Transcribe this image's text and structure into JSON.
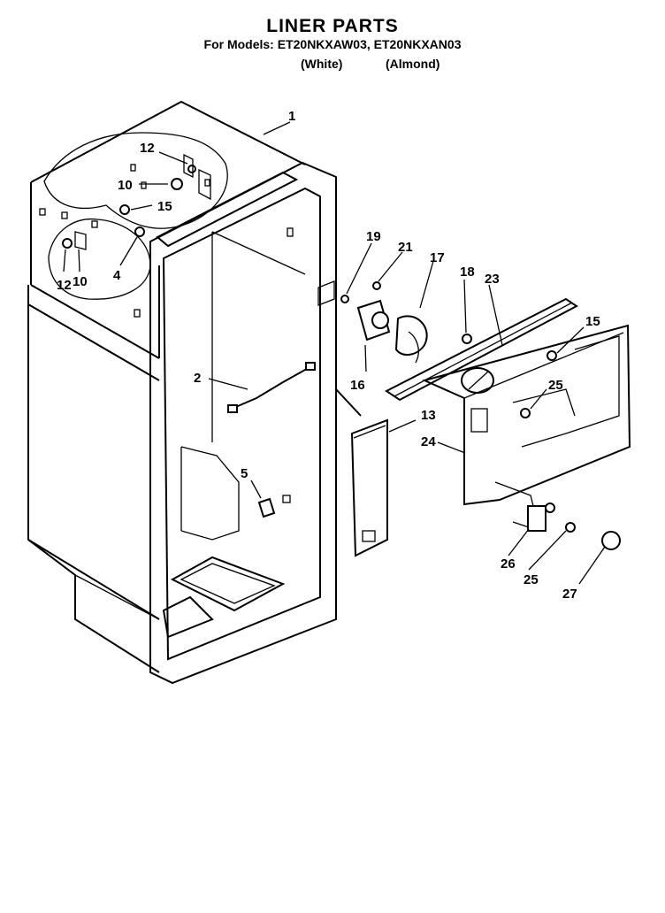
{
  "header": {
    "title": "LINER PARTS",
    "models": "For Models: ET20NKXAW03, ET20NKXAN03",
    "variant_white": "(White)",
    "variant_almond": "(Almond)"
  },
  "callouts": [
    "1",
    "12",
    "10",
    "15",
    "4",
    "12",
    "10",
    "2",
    "5",
    "19",
    "21",
    "17",
    "18",
    "23",
    "15",
    "16",
    "13",
    "25",
    "24",
    "26",
    "25",
    "27"
  ]
}
